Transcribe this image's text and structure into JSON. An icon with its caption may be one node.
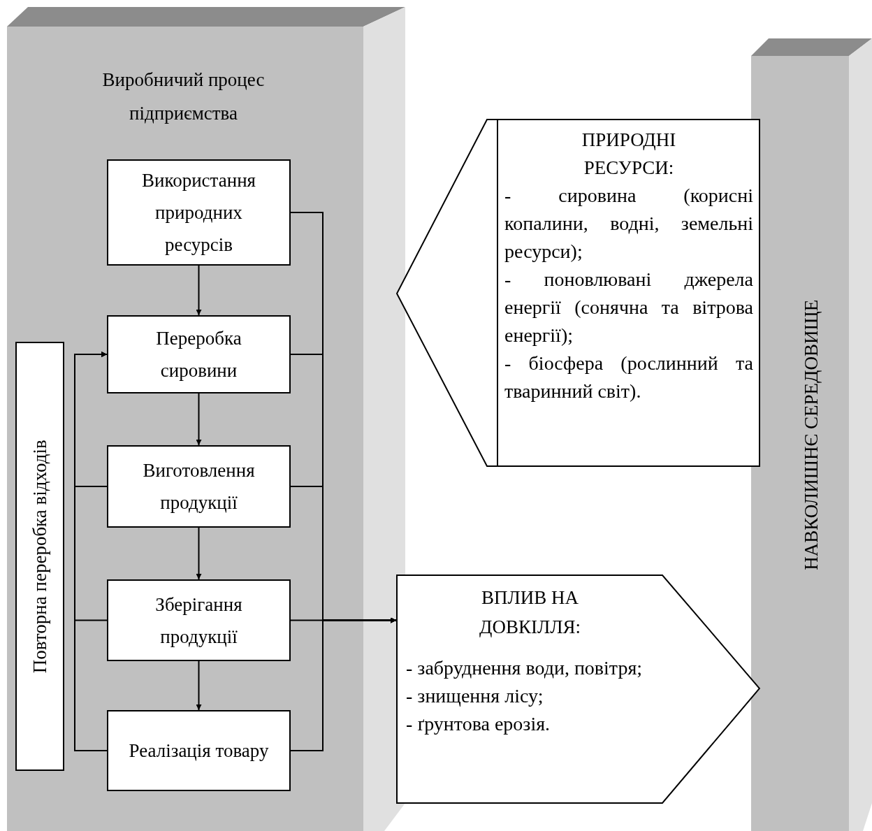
{
  "diagram": {
    "nodes": [
      {
        "text": [
          "Виробничий процес підприємства"
        ]
      },
      {
        "text": [
          "НАВКОЛИШНЄ СЕРЕДОВИЩЕ"
        ]
      },
      {
        "text": [
          "Використання природних ресурсів"
        ],
        "in": 0
      },
      {
        "text": [
          "Переробка сировини"
        ],
        "in": 0
      },
      {
        "text": [
          "Виготовлення продукції"
        ],
        "in": 0
      },
      {
        "text": [
          "Зберігання продукції"
        ],
        "in": 0
      },
      {
        "text": [
          "Реалізація товару"
        ],
        "in": 0
      },
      {
        "text": [
          "Повторна переробка відходів"
        ],
        "in": 0
      },
      {
        "text": [
          "ПРИРОДНІ РЕСУРСИ:",
          "- сировина (корисні копалини, водні, земельні ресурси);",
          "- поновлювані джерела енергії (сонячна та вітрова енергії);",
          "- біосфера (рослинний та тваринний світ)."
        ]
      },
      {
        "text": [
          "ВПЛИВ НА ДОВКІЛЛЯ:",
          "- забруднення води, повітря;",
          "- знищення лісу;",
          "- ґрунтова ерозія."
        ]
      }
    ],
    "edges": [
      {
        "from": 2,
        "to": 3,
        "arrow": "to"
      },
      {
        "from": 3,
        "to": 4,
        "arrow": "to"
      },
      {
        "from": 4,
        "to": 5,
        "arrow": "to"
      },
      {
        "from": 5,
        "to": 6,
        "arrow": "to"
      },
      {
        "from": 2,
        "to": 9,
        "arrow": "to"
      },
      {
        "from": 3,
        "to": 9,
        "arrow": "to"
      },
      {
        "from": 4,
        "to": 9,
        "arrow": "to"
      },
      {
        "from": 5,
        "to": 9,
        "arrow": "to"
      },
      {
        "from": 6,
        "to": 9,
        "arrow": "to"
      },
      {
        "from": 4,
        "to": 3,
        "arrow": "to"
      },
      {
        "from": 5,
        "to": 3,
        "arrow": "to"
      },
      {
        "from": 6,
        "to": 3,
        "arrow": "to"
      }
    ]
  }
}
